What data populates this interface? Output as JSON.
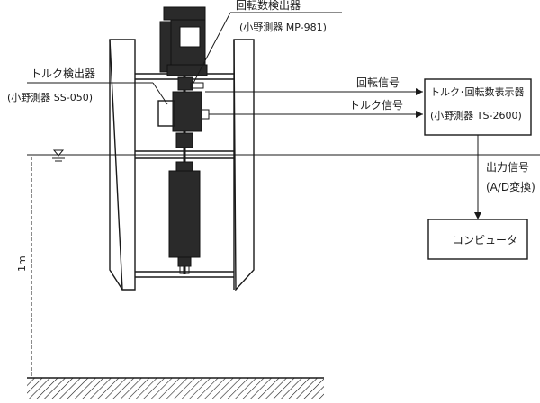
{
  "labels": {
    "rotation_detector": "回転数検出器",
    "rotation_detector_model": "(小野測器 MP-981)",
    "torque_detector": "トルク検出器",
    "torque_detector_model": "(小野測器 SS-050)",
    "rotation_signal": "回転信号",
    "torque_signal": "トルク信号",
    "display_unit": "トルク･回転数表示器",
    "display_unit_model": "(小野測器 TS-2600)",
    "output_signal": "出力信号",
    "ad_conversion": "(A/D変換)",
    "computer": "コンピュータ",
    "depth_label": "1m"
  },
  "colors": {
    "ink": "#1a1a1a",
    "background": "#ffffff"
  }
}
